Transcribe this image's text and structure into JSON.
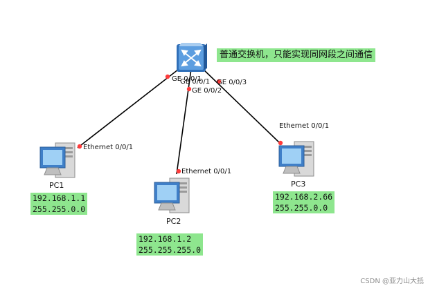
{
  "switch": {
    "note": "普通交换机，只能实现同网段之间通信",
    "icon": "layer2-switch-icon"
  },
  "ports": {
    "sw_p1": "GE 0/0/1",
    "sw_p2": "GE 0/0/2",
    "sw_p3": "GE 0/0/3",
    "pc1_port": "Ethernet 0/0/1",
    "pc2_port": "Ethernet 0/0/1",
    "pc3_port": "Ethernet 0/0/1"
  },
  "hosts": [
    {
      "name": "PC1",
      "ip": "192.168.1.1",
      "mask": "255.255.0.0"
    },
    {
      "name": "PC2",
      "ip": "192.168.1.2",
      "mask": "255.255.255.0"
    },
    {
      "name": "PC3",
      "ip": "192.168.2.66",
      "mask": "255.255.0.0"
    }
  ],
  "colors": {
    "link": "#000000",
    "port_dot": "#ff3b3b",
    "highlight": "#8ee68e",
    "switch_blue": "#3f7fc8"
  },
  "watermark": "CSDN @亚力山大抵"
}
